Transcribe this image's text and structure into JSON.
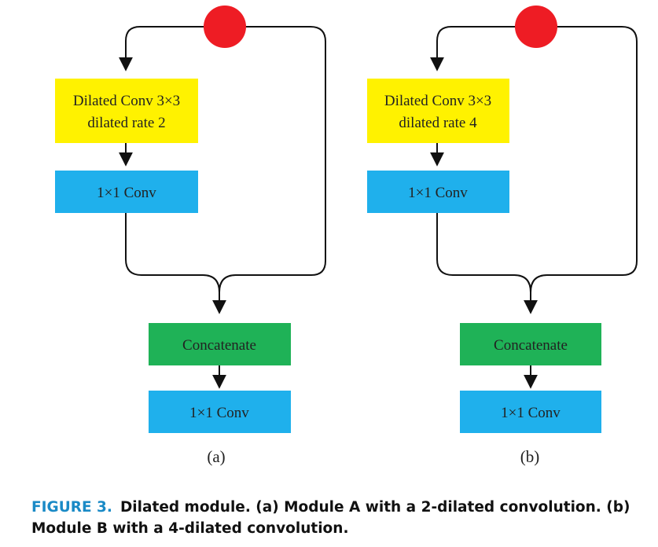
{
  "colors": {
    "yellow": "#fff200",
    "blue": "#1fb0ec",
    "green": "#1fb257",
    "red": "#ee1c24",
    "line": "#111111"
  },
  "module_a": {
    "dilated_line1": "Dilated Conv 3×3",
    "dilated_line2": "dilated rate 2",
    "conv1": "1×1 Conv",
    "concat": "Concatenate",
    "conv2": "1×1 Conv",
    "label": "(a)"
  },
  "module_b": {
    "dilated_line1": "Dilated Conv 3×3",
    "dilated_line2": "dilated rate 4",
    "conv1": "1×1 Conv",
    "concat": "Concatenate",
    "conv2": "1×1 Conv",
    "label": "(b)"
  },
  "caption": {
    "figure": "FIGURE 3.",
    "text": "Dilated module. (a) Module A with a 2-dilated convolution. (b) Module B with a 4-dilated convolution."
  }
}
